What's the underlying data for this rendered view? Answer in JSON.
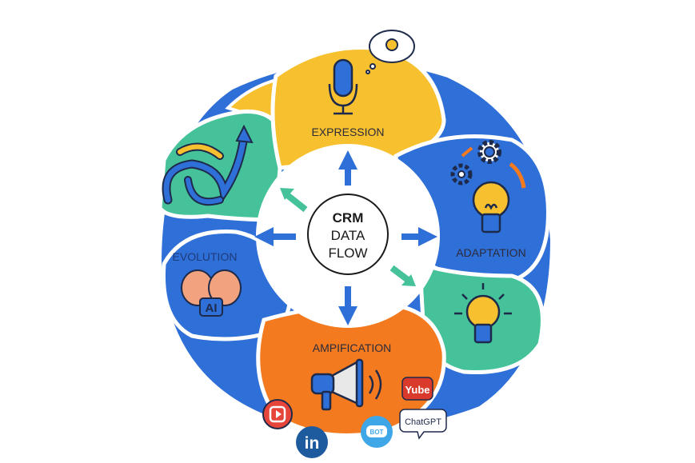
{
  "center": {
    "line1": "CRM",
    "line2": "DATA",
    "line3": "FLOW"
  },
  "segments": {
    "expression": "EXPRESSION",
    "adaptation": "ADAPTATION",
    "evolution": "EVOLUTION",
    "amplification": "AMPIFICATION"
  },
  "badges": {
    "ai": "AI",
    "youtube": "Yube",
    "chatgpt": "ChatGPT",
    "linkedin": "in",
    "bot": "BOT"
  },
  "colors": {
    "yellow": "#F7C02E",
    "blue": "#2F6FD8",
    "teal": "#46C29A",
    "orange": "#F47A20",
    "white": "#FFFFFF"
  }
}
